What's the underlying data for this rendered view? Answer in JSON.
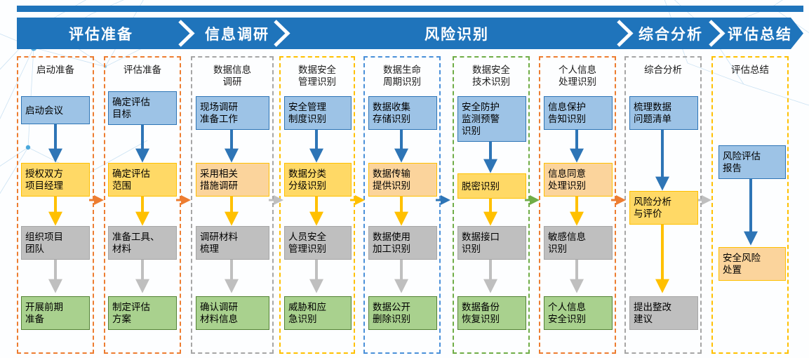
{
  "header": {
    "phases": [
      {
        "label": "评估准备"
      },
      {
        "label": "信息调研"
      },
      {
        "label": "风险识别"
      },
      {
        "label": "综合分析"
      },
      {
        "label": "评估总结"
      }
    ]
  },
  "colors": {
    "band": "#1F74BB",
    "blue_fill": "#9DC3E6",
    "blue_border": "#2E75B6",
    "amber_fill": "#FFD966",
    "amber_border": "#FFC000",
    "gold_fill": "#FBD49C",
    "gray_fill": "#BFBFBF",
    "gray_border": "#A6A6A6",
    "green_fill": "#A9D18E",
    "green_border": "#548235",
    "orange_dash": "#ED7D31",
    "gray_dash": "#A6A6A6",
    "yellow_dash": "#FFC000",
    "bluedash": "#4A90D9",
    "green_dash": "#70AD47"
  },
  "columns": [
    {
      "title": "启动准备",
      "border_color": "#ED7D31",
      "nodes": [
        {
          "label": "启动会议",
          "style": "blue"
        },
        {
          "label": "授权双方\n项目经理",
          "style": "amber"
        },
        {
          "label": "组织项目\n团队",
          "style": "gray"
        },
        {
          "label": "开展前期\n准备",
          "style": "green"
        }
      ]
    },
    {
      "title": "评估准备",
      "border_color": "#ED7D31",
      "nodes": [
        {
          "label": "确定评估\n目标",
          "style": "blue"
        },
        {
          "label": "确定评估\n范围",
          "style": "amber"
        },
        {
          "label": "准备工具、\n材料",
          "style": "gray"
        },
        {
          "label": "制定评估\n方案",
          "style": "green"
        }
      ]
    },
    {
      "title": "数据信息\n调研",
      "border_color": "#A6A6A6",
      "nodes": [
        {
          "label": "现场调研\n准备工作",
          "style": "blue"
        },
        {
          "label": "采用相关\n措施调研",
          "style": "gold"
        },
        {
          "label": "调研材料\n梳理",
          "style": "gray"
        },
        {
          "label": "确认调研\n材料信息",
          "style": "green"
        }
      ]
    },
    {
      "title": "数据安全\n管理识别",
      "border_color": "#FFC000",
      "nodes": [
        {
          "label": "安全管理\n制度识别",
          "style": "blue"
        },
        {
          "label": "数据分类\n分级识别",
          "style": "amber"
        },
        {
          "label": "人员安全\n管理识别",
          "style": "gray"
        },
        {
          "label": "威胁和应\n急识别",
          "style": "green"
        }
      ]
    },
    {
      "title": "数据生命\n周期识别",
      "border_color": "#4A90D9",
      "nodes": [
        {
          "label": "数据收集\n存储识别",
          "style": "blue"
        },
        {
          "label": "数据传输\n提供识别",
          "style": "gold"
        },
        {
          "label": "数据使用\n加工识别",
          "style": "gray"
        },
        {
          "label": "数据公开\n删除识别",
          "style": "green"
        }
      ]
    },
    {
      "title": "数据安全\n技术识别",
      "border_color": "#70AD47",
      "nodes": [
        {
          "label": "安全防护\n监测预警\n识别",
          "style": "blue"
        },
        {
          "label": "脱密识别",
          "style": "amber"
        },
        {
          "label": "数据接口\n识别",
          "style": "gray"
        },
        {
          "label": "数据备份\n恢复识别",
          "style": "green"
        }
      ]
    },
    {
      "title": "个人信息\n处理识别",
      "border_color": "#ED7D31",
      "nodes": [
        {
          "label": "信息保护\n告知识别",
          "style": "blue"
        },
        {
          "label": "信息同意\n处理识别",
          "style": "gold"
        },
        {
          "label": "敏感信息\n识别",
          "style": "gray"
        },
        {
          "label": "个人信息\n安全识别",
          "style": "green"
        }
      ]
    },
    {
      "title": "综合分析",
      "border_color": "#A6A6A6",
      "nodes": [
        {
          "label": "梳理数据\n问题清单",
          "style": "blue"
        },
        {
          "label": "风险分析\n与评价",
          "style": "amber"
        },
        {
          "label": "提出整改\n建议",
          "style": "gray"
        }
      ]
    },
    {
      "title": "评估总结",
      "border_color": "#FFC000",
      "nodes": [
        {
          "label": "风险评估\n报告",
          "style": "blue"
        },
        {
          "label": "安全风险\n处置",
          "style": "gold"
        }
      ]
    }
  ],
  "connectors": [
    {
      "from": "启动准备",
      "to": "评估准备",
      "color": "#ED7D31"
    },
    {
      "from": "评估准备",
      "to": "数据信息调研",
      "color": "#ED7D31"
    },
    {
      "from": "数据信息调研",
      "to": "数据安全管理识别",
      "color": "#A6A6A6"
    },
    {
      "from": "数据安全管理识别",
      "to": "数据生命周期识别",
      "color": "#FFC000"
    },
    {
      "from": "数据生命周期识别",
      "to": "数据安全技术识别",
      "color": "#2E75B6"
    },
    {
      "from": "数据安全技术识别",
      "to": "个人信息处理识别",
      "color": "#70AD47"
    },
    {
      "from": "个人信息处理识别",
      "to": "综合分析",
      "color": "#ED7D31"
    },
    {
      "from": "综合分析",
      "to": "评估总结",
      "color": "#A6A6A6"
    }
  ]
}
